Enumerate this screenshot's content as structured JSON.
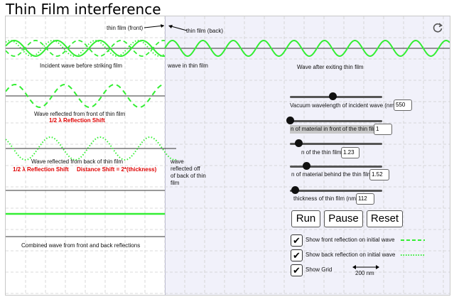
{
  "title": "Thin Film interference",
  "labels": {
    "film_front": "thin film (front)",
    "film_back": "thin film (back)",
    "incident": "Incident wave before striking film",
    "in_film": "wave in thin film",
    "after": "Wave after exiting thin film",
    "reflected_front": "Wave reflected from front of thin film",
    "half_shift_1": "1/2 λ Reflection Shift",
    "reflected_back": "Wave reflected from back of thin film",
    "half_shift_2": "1/2 λ Reflection Shift",
    "distance_shift": "Distance Shift = 2*(thickness)",
    "reflected_off_back": "wave reflected off of back of thin film",
    "combined": "Combined wave from front and back reflections"
  },
  "controls": {
    "wavelength": {
      "label": "Vacuum wavelength of incident wave (nm)",
      "value": "550",
      "level": 0.46
    },
    "n_front": {
      "label": "n of material in front of the thin film",
      "value": "1",
      "level": 0.0
    },
    "n_film": {
      "label": "n of the thin film",
      "value": "1.23",
      "level": 0.09
    },
    "n_behind": {
      "label": "n of material behind the thin film",
      "value": "1.52",
      "level": 0.18
    },
    "thickness": {
      "label": "thickness of thin film (nm)",
      "value": "112",
      "level": 0.05
    }
  },
  "buttons": {
    "run": "Run",
    "pause": "Pause",
    "reset": "Reset"
  },
  "checkboxes": {
    "front": {
      "label": "Show front reflection on initial wave",
      "checked": true,
      "mark": "✔"
    },
    "back": {
      "label": "Show back reflection on initial wave",
      "checked": true,
      "mark": "✔"
    },
    "grid": {
      "label": "Show Grid",
      "checked": true,
      "mark": "✔"
    }
  },
  "scale": "200 nm",
  "icons": {
    "reset_view": "refresh-icon"
  },
  "colors": {
    "wave": "#33ee33",
    "shift_text": "#e00000",
    "film_bg": "#f1f1fa"
  }
}
